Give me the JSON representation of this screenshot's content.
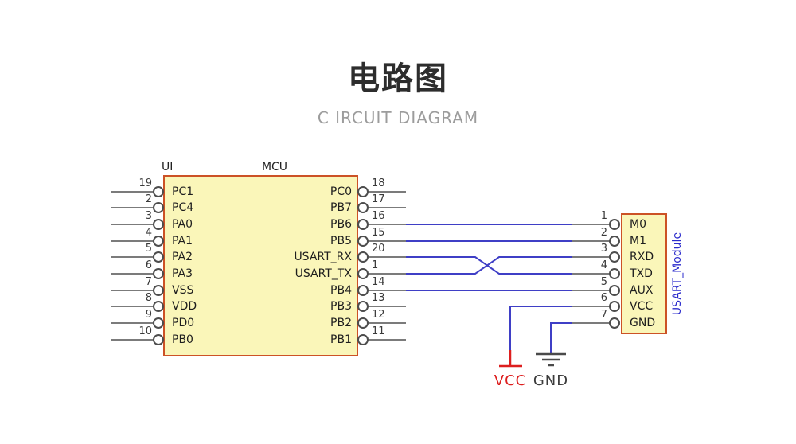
{
  "header": {
    "title": "电路图",
    "subtitle": "C IRCUIT DIAGRAM"
  },
  "mcu": {
    "designator": "UI",
    "name": "MCU",
    "left_pins": [
      {
        "num": "19",
        "label": "PC1"
      },
      {
        "num": "2",
        "label": "PC4"
      },
      {
        "num": "3",
        "label": "PA0"
      },
      {
        "num": "4",
        "label": "PA1"
      },
      {
        "num": "5",
        "label": "PA2"
      },
      {
        "num": "6",
        "label": "PA3"
      },
      {
        "num": "7",
        "label": "VSS"
      },
      {
        "num": "8",
        "label": "VDD"
      },
      {
        "num": "9",
        "label": "PD0"
      },
      {
        "num": "10",
        "label": "PB0"
      }
    ],
    "right_pins": [
      {
        "num": "18",
        "label": "PC0"
      },
      {
        "num": "17",
        "label": "PB7"
      },
      {
        "num": "16",
        "label": "PB6"
      },
      {
        "num": "15",
        "label": "PB5"
      },
      {
        "num": "20",
        "label": "USART_RX"
      },
      {
        "num": "1",
        "label": "USART_TX"
      },
      {
        "num": "14",
        "label": "PB4"
      },
      {
        "num": "13",
        "label": "PB3"
      },
      {
        "num": "12",
        "label": "PB2"
      },
      {
        "num": "11",
        "label": "PB1"
      }
    ]
  },
  "module": {
    "name": "USART_Module",
    "pins": [
      {
        "num": "1",
        "label": "M0"
      },
      {
        "num": "2",
        "label": "M1"
      },
      {
        "num": "3",
        "label": "RXD"
      },
      {
        "num": "4",
        "label": "TXD"
      },
      {
        "num": "5",
        "label": "AUX"
      },
      {
        "num": "6",
        "label": "VCC"
      },
      {
        "num": "7",
        "label": "GND"
      }
    ]
  },
  "power": {
    "vcc_label": "VCC",
    "gnd_label": "GND"
  },
  "connections": [
    {
      "from": "PB6",
      "to": "M0"
    },
    {
      "from": "PB5",
      "to": "M1"
    },
    {
      "from": "USART_RX",
      "to": "TXD"
    },
    {
      "from": "USART_TX",
      "to": "RXD"
    },
    {
      "from": "PB4",
      "to": "AUX"
    },
    {
      "from": "VCC-rail",
      "to": "VCC"
    },
    {
      "from": "GND-rail",
      "to": "GND"
    }
  ],
  "colors": {
    "block_fill": "#faf6b9",
    "block_border": "#cc5226",
    "wire_gray": "#7b7b7b",
    "wire_blue": "#3f3fc6",
    "vcc_red": "#dd1f1f",
    "gnd_dark": "#4a4a4a",
    "title": "#2d2d2d",
    "subtitle": "#9c9c9c",
    "module_name_blue": "#2b2bcc"
  }
}
